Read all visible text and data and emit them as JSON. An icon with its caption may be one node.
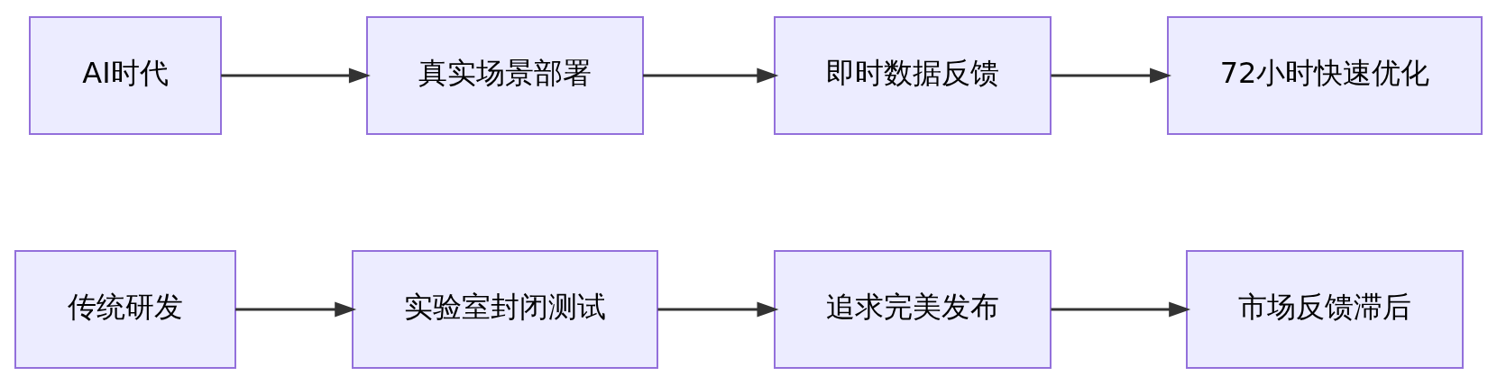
{
  "diagram": {
    "nodes": [
      {
        "text": [
          "传统研发"
        ]
      },
      {
        "text": [
          "实验室封闭测试"
        ]
      },
      {
        "text": [
          "追求完美发布"
        ]
      },
      {
        "text": [
          "市场反馈滞后"
        ]
      },
      {
        "text": [
          "AI时代"
        ]
      },
      {
        "text": [
          "真实场景部署"
        ]
      },
      {
        "text": [
          "即时数据反馈"
        ]
      },
      {
        "text": [
          "72小时快速优化"
        ]
      }
    ],
    "edges": [
      {
        "from": 0,
        "to": 1,
        "arrow": "to"
      },
      {
        "from": 1,
        "to": 2,
        "arrow": "to"
      },
      {
        "from": 2,
        "to": 3,
        "arrow": "to"
      },
      {
        "from": 4,
        "to": 5,
        "arrow": "to"
      },
      {
        "from": 5,
        "to": 6,
        "arrow": "to"
      },
      {
        "from": 6,
        "to": 7,
        "arrow": "to"
      }
    ]
  }
}
